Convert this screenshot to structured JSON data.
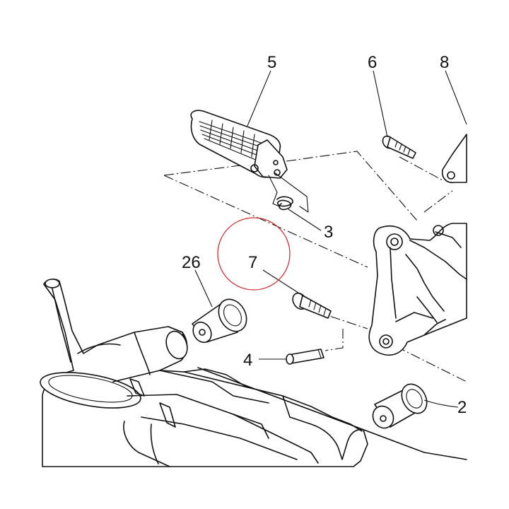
{
  "diagram": {
    "labels": {
      "p2": "2",
      "p3": "3",
      "p4": "4",
      "p5": "5",
      "p6": "6",
      "p7": "7",
      "p8": "8",
      "p26": "26"
    },
    "highlight_color": "#cc3333",
    "line_color": "#111111",
    "background": "#ffffff"
  }
}
